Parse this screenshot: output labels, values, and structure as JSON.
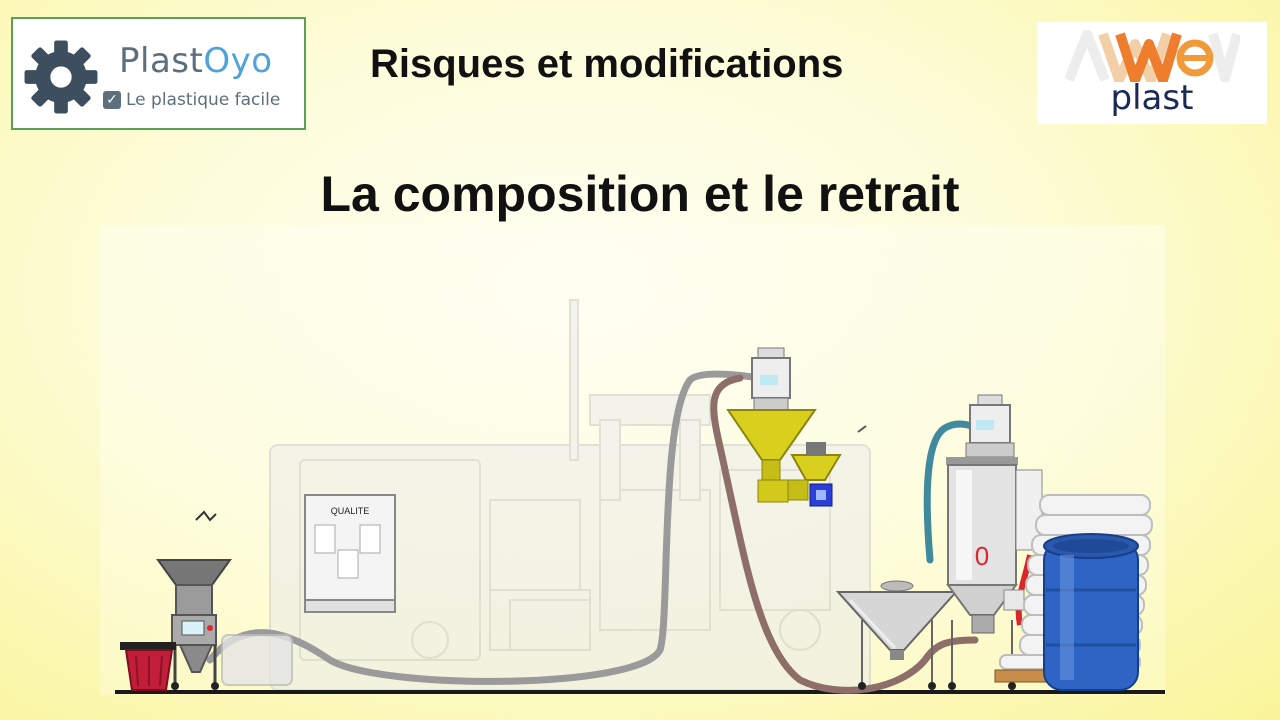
{
  "logo_left": {
    "brand_part1": "Plast",
    "brand_part2": "Oyo",
    "tagline": "Le plastique facile",
    "colors": {
      "gear": "#3d4f5e",
      "text": "#5d6f7d",
      "accent": "#4fa3d8",
      "border": "#5aa05a"
    }
  },
  "header": {
    "title": "Risques et modifications"
  },
  "main": {
    "title": "La composition et le retrait"
  },
  "logo_right": {
    "mark": "Awev",
    "sub": "plast",
    "colors": {
      "mark": "#ef7d2e",
      "mark_fade": "#f3cfa8",
      "sub": "#1b2a55"
    }
  },
  "diagram": {
    "quality_cabinet_label": "QUALITE",
    "dryer_gauge": "0",
    "colors": {
      "hopper_yellow": "#d9cf1d",
      "drum_blue": "#2e64c4",
      "bin_red": "#c21e3a",
      "pipe_brown": "#8e6e68",
      "pipe_teal": "#3f8a9c",
      "machine_grey": "#c8c8c8"
    }
  }
}
